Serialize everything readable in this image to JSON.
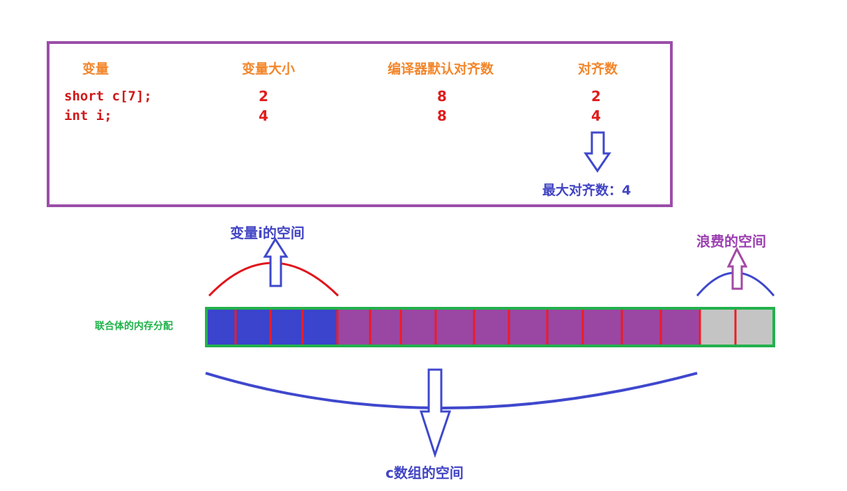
{
  "table": {
    "headers": [
      "变量",
      "变量大小",
      "编译器默认对齐数",
      "对齐数"
    ],
    "rows": [
      {
        "variable": "short c[7];",
        "size": "2",
        "default_align": "8",
        "align": "2"
      },
      {
        "variable": "int i;",
        "size": "4",
        "default_align": "8",
        "align": "4"
      }
    ],
    "max_align_label": "最大对齐数：4"
  },
  "labels": {
    "i_space": "变量i的空间",
    "wasted_space": "浪费的空间",
    "union_layout": "联合体的内存分配",
    "c_space": "c数组的空间"
  },
  "memory_cells": [
    {
      "kind": "int_i"
    },
    {
      "kind": "int_i"
    },
    {
      "kind": "int_i"
    },
    {
      "kind": "int_i"
    },
    {
      "kind": "c_array"
    },
    {
      "kind": "c_array"
    },
    {
      "kind": "c_array"
    },
    {
      "kind": "c_array"
    },
    {
      "kind": "c_array"
    },
    {
      "kind": "c_array"
    },
    {
      "kind": "c_array"
    },
    {
      "kind": "c_array"
    },
    {
      "kind": "c_array"
    },
    {
      "kind": "c_array"
    },
    {
      "kind": "padding"
    },
    {
      "kind": "padding"
    }
  ],
  "colors": {
    "table_border": "#9b4ea8",
    "header_text": "#f2862b",
    "value_text": "#e01c1c",
    "int_cell": "#3a44cc",
    "c_cell": "#9a46a3",
    "pad_cell": "#c4c4c4",
    "divider": "#ee1c24",
    "bar_border": "#22b14c",
    "arrow_blue": "#3f48cc",
    "arrow_purple": "#a349a4"
  }
}
